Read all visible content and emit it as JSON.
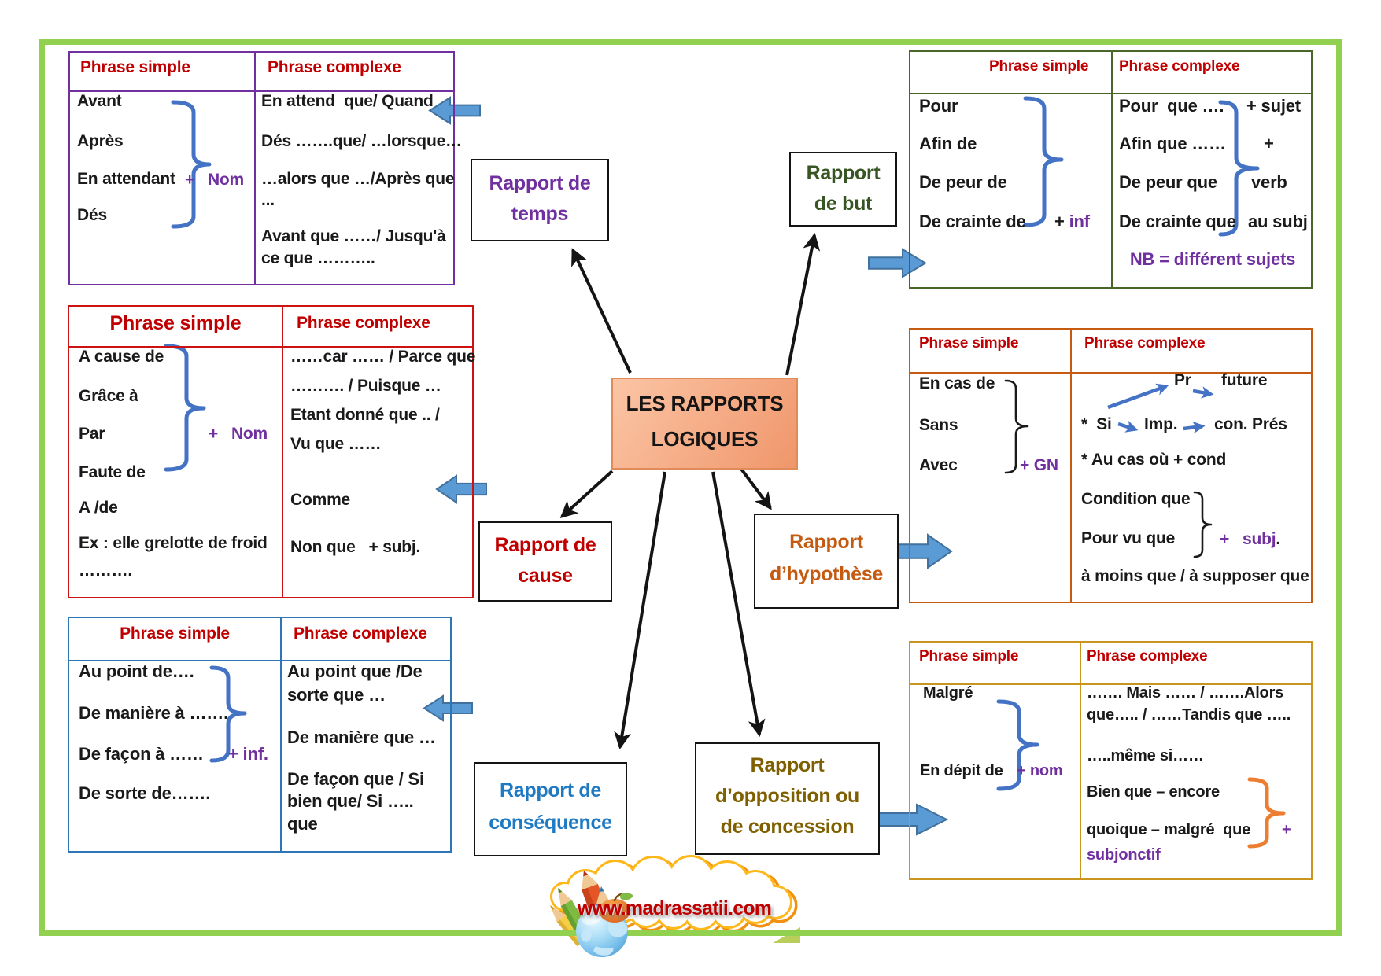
{
  "page": {
    "title": "LES RAPPORTS LOGIQUES",
    "frame_color": "#92D050",
    "website": "www.madrassatii.com"
  },
  "center": {
    "line1": "LES RAPPORTS",
    "line2": "LOGIQUES"
  },
  "nodes": {
    "temps": {
      "line1": "Rapport de",
      "line2": "temps"
    },
    "but": {
      "line1": "Rapport",
      "line2": "de but"
    },
    "cause": {
      "line1": "Rapport de",
      "line2": "cause"
    },
    "hypothese": {
      "line1": "Rapport",
      "line2": "d’hypothèse"
    },
    "consequence": {
      "line1": "Rapport de",
      "line2": "conséquence"
    },
    "opposition": {
      "line1": "Rapport",
      "line2": "d’opposition ou",
      "line3": "de concession"
    }
  },
  "tables": {
    "temps": {
      "header_simple": "Phrase simple",
      "header_complexe": "Phrase complexe",
      "simple": [
        "Avant",
        "Après",
        "En attendant",
        "Dés"
      ],
      "annotation": "+   Nom",
      "complexe": [
        "En attend  que/ Quand",
        "Dés …….que/ …lorsque…",
        "…alors que …/Après que",
        "...",
        "Avant que ……/ Jusqu'à",
        "ce que ……….."
      ]
    },
    "cause": {
      "header_simple": "Phrase simple",
      "header_complexe": "Phrase complexe",
      "simple": [
        "A cause de",
        "Grâce à",
        "Par",
        "Faute de",
        "A /de",
        "Ex : elle grelotte de froid",
        "………."
      ],
      "annotation": "+   Nom",
      "complexe": [
        "……car …… / Parce que",
        "………. / Puisque …",
        "Etant donné que .. /",
        "Vu que ……",
        "Comme",
        "Non que   + subj."
      ]
    },
    "consequence": {
      "header_simple": "Phrase simple",
      "header_complexe": "Phrase complexe",
      "simple": [
        "Au point de….",
        "De manière à …….",
        "De façon à ……",
        "De sorte de……."
      ],
      "annotation": "+ inf.",
      "complexe": [
        "Au point que /De",
        "sorte que …",
        "De manière que …",
        "De façon que / Si",
        "bien que/ Si …..",
        "que"
      ]
    },
    "but": {
      "header_simple": "Phrase simple",
      "header_complexe": "Phrase complexe",
      "simple": [
        "Pour",
        "Afin de",
        "De peur de",
        "De crainte de"
      ],
      "ann_plus": "+ ",
      "ann_word": "inf",
      "complexe": [
        "Pour  que ….",
        "Afin que ……",
        "De peur que",
        "De crainte que"
      ],
      "tags": [
        "+ sujet",
        "+",
        "verb",
        "au subj"
      ],
      "nb": "NB = différent sujets"
    },
    "hypothese": {
      "header_simple": "Phrase simple",
      "header_complexe": "Phrase complexe",
      "simple": [
        "En cas de",
        "Sans",
        "Avec"
      ],
      "annotation": "+ GN",
      "pr": "Pr",
      "future": "future",
      "si": "*  Si",
      "imp": "Imp.",
      "conpres": "con. Prés",
      "aucas": "* Au cas où + cond",
      "condition": "Condition que",
      "pourvu": "Pour vu que",
      "subj_plus": "+   subj",
      "subj_dot": ".",
      "amoins": "à moins que / à supposer que"
    },
    "opposition": {
      "header_simple": "Phrase simple",
      "header_complexe": "Phrase complexe",
      "simple": [
        "Malgré",
        "En dépit de"
      ],
      "annotation": "+ nom",
      "complexe": [
        "……. Mais …… / …….Alors",
        "que….. / ……Tandis que …..",
        "…..même si……",
        "Bien que – encore",
        "quoique – malgré  que"
      ],
      "plus": "+",
      "subjonctif": "subjonctif"
    }
  }
}
